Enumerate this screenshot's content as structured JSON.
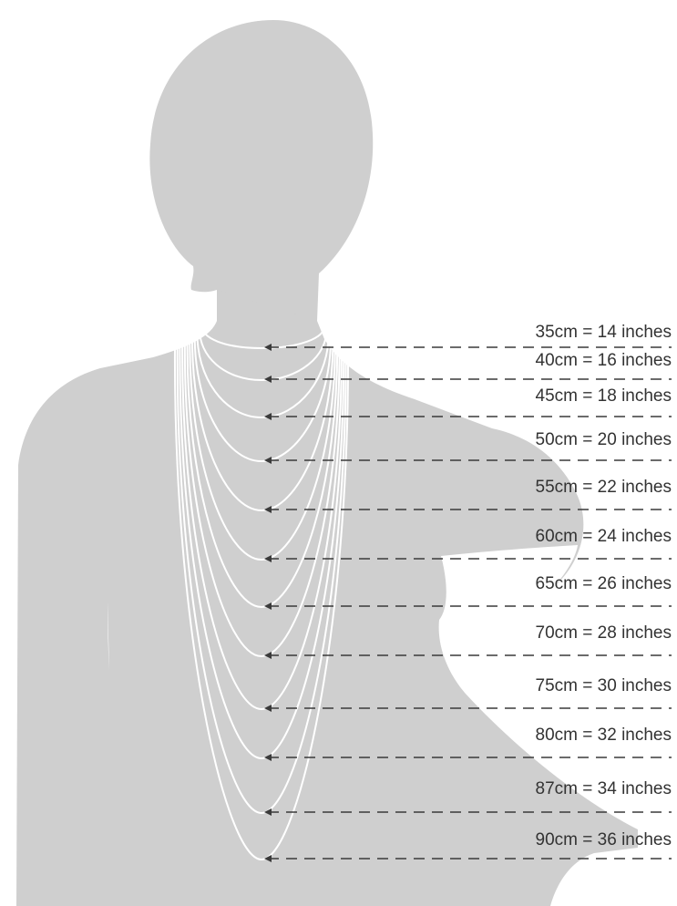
{
  "colors": {
    "background": "#ffffff",
    "silhouette": "#cfcfcf",
    "necklace": "#ffffff",
    "text": "#333333",
    "guide": "#3a3a3a"
  },
  "icons": [
    "woman-silhouette-icon",
    "arrow-left-icon"
  ],
  "necklaces": [
    {
      "cm": 35,
      "inches": 14,
      "label": "35cm = 14 inches"
    },
    {
      "cm": 40,
      "inches": 16,
      "label": "40cm = 16 inches"
    },
    {
      "cm": 45,
      "inches": 18,
      "label": "45cm = 18 inches"
    },
    {
      "cm": 50,
      "inches": 20,
      "label": "50cm = 20 inches"
    },
    {
      "cm": 55,
      "inches": 22,
      "label": "55cm = 22 inches"
    },
    {
      "cm": 60,
      "inches": 24,
      "label": "60cm = 24 inches"
    },
    {
      "cm": 65,
      "inches": 26,
      "label": "65cm = 26 inches"
    },
    {
      "cm": 70,
      "inches": 28,
      "label": "70cm = 28 inches"
    },
    {
      "cm": 75,
      "inches": 30,
      "label": "75cm = 30 inches"
    },
    {
      "cm": 80,
      "inches": 32,
      "label": "80cm = 32 inches"
    },
    {
      "cm": 87,
      "inches": 34,
      "label": "87cm = 34 inches"
    },
    {
      "cm": 90,
      "inches": 36,
      "label": "90cm = 36 inches"
    }
  ]
}
